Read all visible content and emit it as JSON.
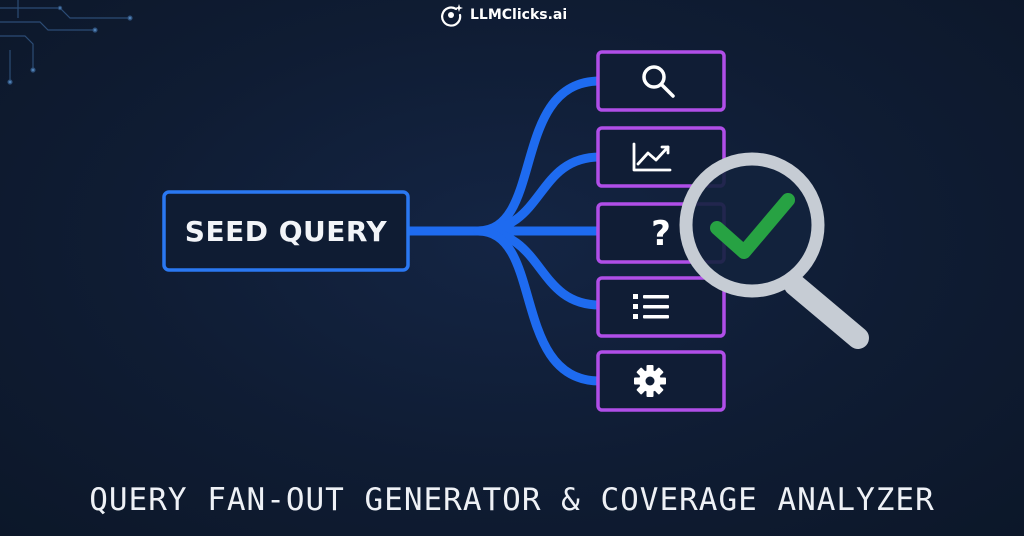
{
  "brand": {
    "name": "LLMClicks.ai",
    "icon": "sparkle-logo-icon"
  },
  "diagram": {
    "source": "SEED QUERY",
    "branches": [
      {
        "icon": "search-icon"
      },
      {
        "icon": "chart-icon"
      },
      {
        "icon": "question-icon",
        "glyph": "?"
      },
      {
        "icon": "list-icon"
      },
      {
        "icon": "gear-icon"
      }
    ],
    "overlay": {
      "icon": "magnifier-check-icon"
    }
  },
  "title": "QUERY FAN-OUT GENERATOR & COVERAGE ANALYZER",
  "colors": {
    "background": "#0f1c33",
    "connector": "#1e6bf0",
    "seed_border": "#2a78f2",
    "branch_border": "#b04ee8",
    "check": "#27a243",
    "magnifier": "#c6ccd4"
  }
}
